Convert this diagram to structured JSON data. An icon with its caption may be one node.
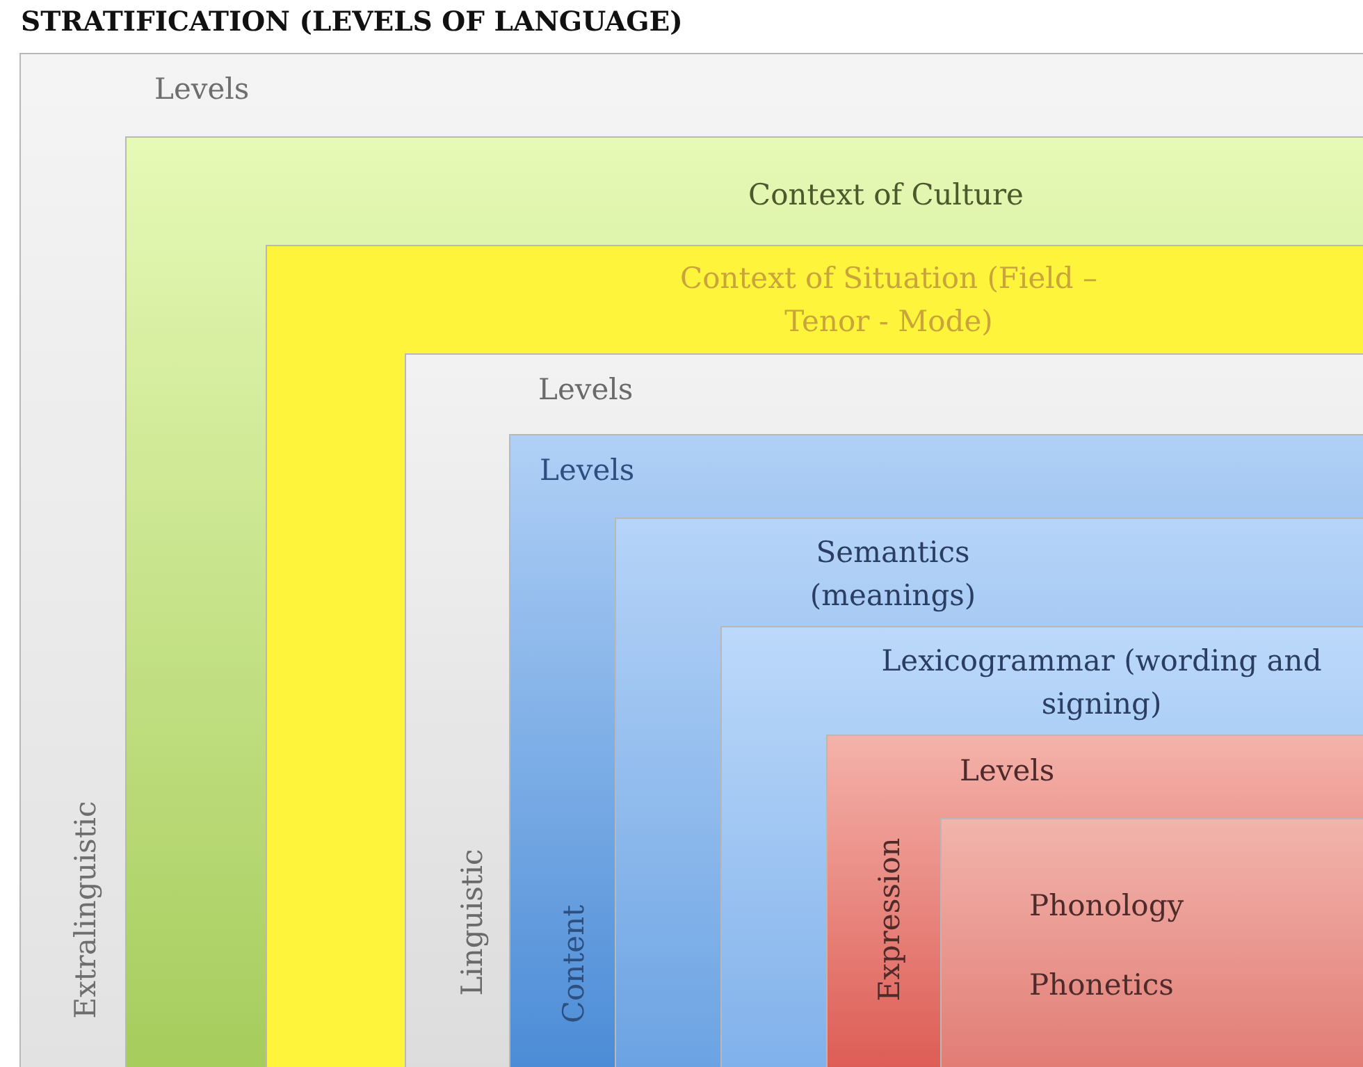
{
  "diagram": {
    "title": "STRATIFICATION (LEVELS OF LANGUAGE)",
    "nodes": [
      {
        "text": [
          "Levels",
          "Extralinguistic"
        ]
      },
      {
        "text": [
          "Context of Culture"
        ],
        "in": 0
      },
      {
        "text": [
          "Context of Situation (Field – Tenor - Mode)"
        ],
        "in": 1
      },
      {
        "text": [
          "Levels",
          "Linguistic"
        ],
        "in": 2
      },
      {
        "text": [
          "Levels",
          "Content"
        ],
        "in": 3
      },
      {
        "text": [
          "Semantics (meanings)"
        ],
        "in": 4
      },
      {
        "text": [
          "Lexicogrammar (wording and signing)"
        ],
        "in": 5
      },
      {
        "text": [
          "Levels",
          "Expression"
        ],
        "in": 6
      },
      {
        "text": [
          "Phonology",
          "Phonetics"
        ],
        "in": 7
      }
    ]
  }
}
